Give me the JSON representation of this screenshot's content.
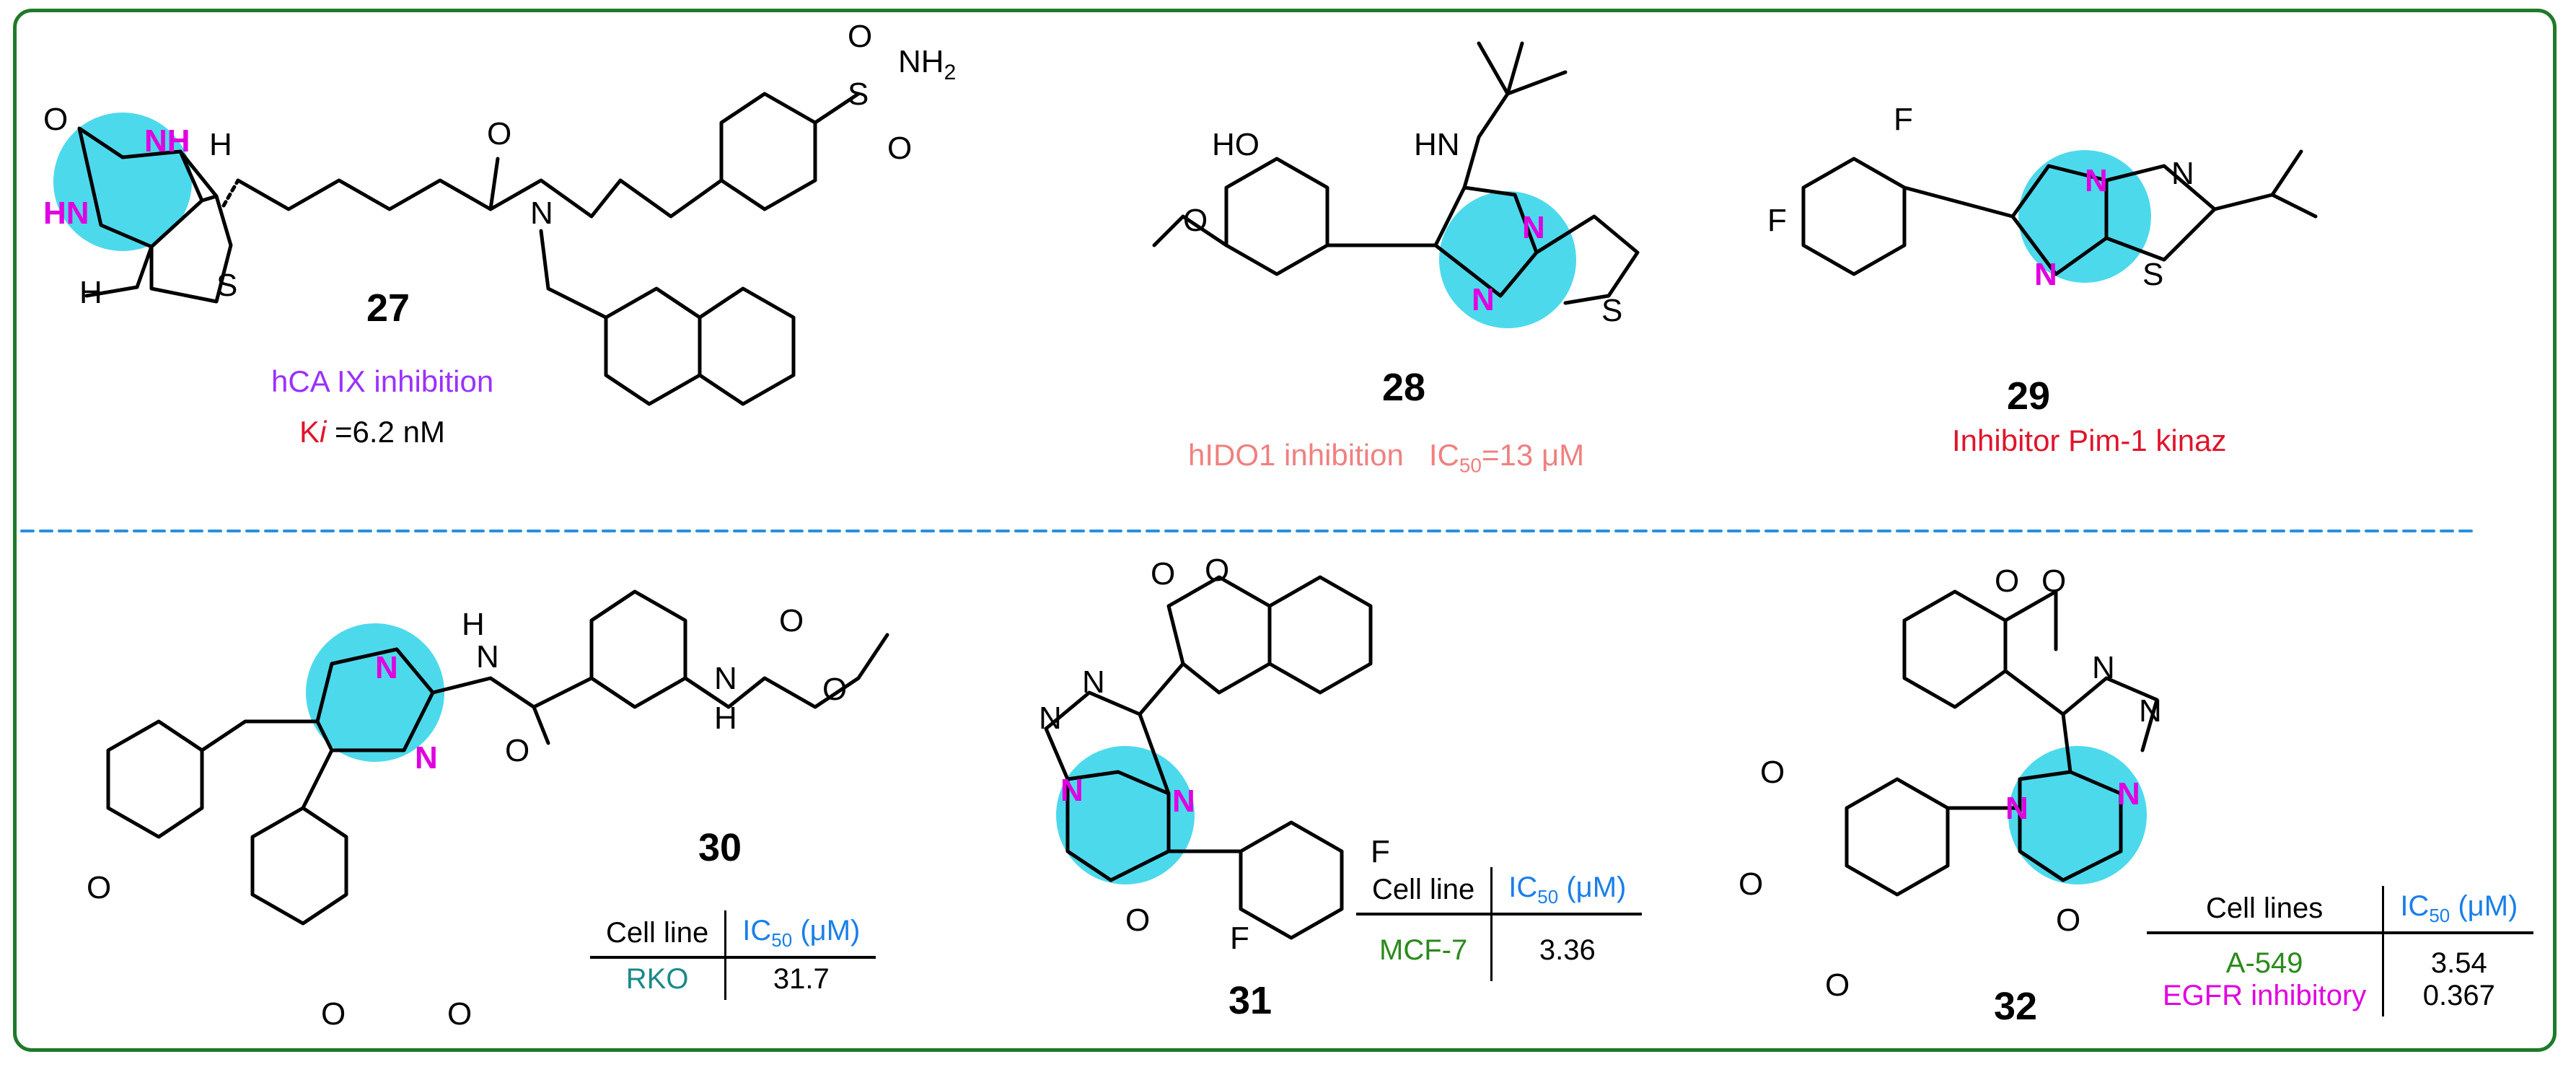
{
  "colors": {
    "frame": "#1f7a2a",
    "divider": "#2b8fe0",
    "highlight": "#4dd9ec",
    "heteroatom": "#e000e0",
    "purple": "#9b30ff",
    "red": "#e0142c",
    "salmon": "#f08080",
    "blue": "#1a7fe8",
    "teal": "#1b8a8a",
    "green": "#2a8a1a",
    "magenta": "#e000e0"
  },
  "compounds": {
    "c27": {
      "number": "27",
      "atoms": {
        "o": "O",
        "nh": "NH",
        "hn": "HN",
        "h1": "H",
        "h2": "H",
        "s": "S",
        "n": "N",
        "o2": "O",
        "so2nh2_s": "S",
        "so2nh2_o1": "O",
        "so2nh2_o2": "O",
        "nh2": "NH",
        "nh2_sub": "2"
      },
      "activity": "hCA IX inhibition",
      "ki_k": "K",
      "ki_i": "i",
      "ki_value": " =6.2 nM"
    },
    "c28": {
      "number": "28",
      "atoms": {
        "ho": "HO",
        "o": "O",
        "hn": "HN",
        "n1": "N",
        "n2": "N",
        "s": "S"
      },
      "activity": "hIDO1 inhibition",
      "ic_label": "IC",
      "ic_sub": "50",
      "ic_value": "=13 ",
      "ic_unit": "μM"
    },
    "c29": {
      "number": "29",
      "atoms": {
        "f1": "F",
        "f2": "F",
        "n1": "N",
        "n2": "N",
        "n3": "N",
        "s": "S"
      },
      "activity": "Inhibitor Pim-1 kinaz"
    },
    "c30": {
      "number": "30",
      "atoms": {
        "n1": "N",
        "n2": "N",
        "nh_h": "H",
        "nh_n": "N",
        "o1": "O",
        "o2": "O",
        "o3": "O",
        "nh2_n": "N",
        "nh2_h": "H",
        "ome1": "O",
        "ome2": "O",
        "ome3": "O"
      },
      "table": {
        "col1": "Cell line",
        "col2_label": "IC",
        "col2_sub": "50",
        "col2_unit": " (μM)",
        "rows": [
          {
            "name": "RKO",
            "value": "31.7"
          }
        ]
      }
    },
    "c31": {
      "number": "31",
      "atoms": {
        "o1": "O",
        "o2": "O",
        "n1": "N",
        "n2": "N",
        "n3": "N",
        "n4": "N",
        "o3": "O",
        "f1": "F",
        "f2": "F"
      },
      "table": {
        "col1": "Cell line",
        "col2_label": "IC",
        "col2_sub": "50",
        "col2_unit": " (μM)",
        "rows": [
          {
            "name": "MCF-7",
            "value": "3.36"
          }
        ]
      }
    },
    "c32": {
      "number": "32",
      "atoms": {
        "o1": "O",
        "o2": "O",
        "n1": "N",
        "n2": "N",
        "n3": "N",
        "n4": "N",
        "o3": "O",
        "ome1": "O",
        "ome2": "O",
        "ome3": "O"
      },
      "table": {
        "col1": "Cell lines",
        "col2_label": "IC",
        "col2_sub": "50",
        "col2_unit": " (μM)",
        "rows": [
          {
            "name": "A-549",
            "value": "3.54"
          },
          {
            "name": "EGFR inhibitory",
            "value": "0.367"
          }
        ]
      }
    }
  }
}
